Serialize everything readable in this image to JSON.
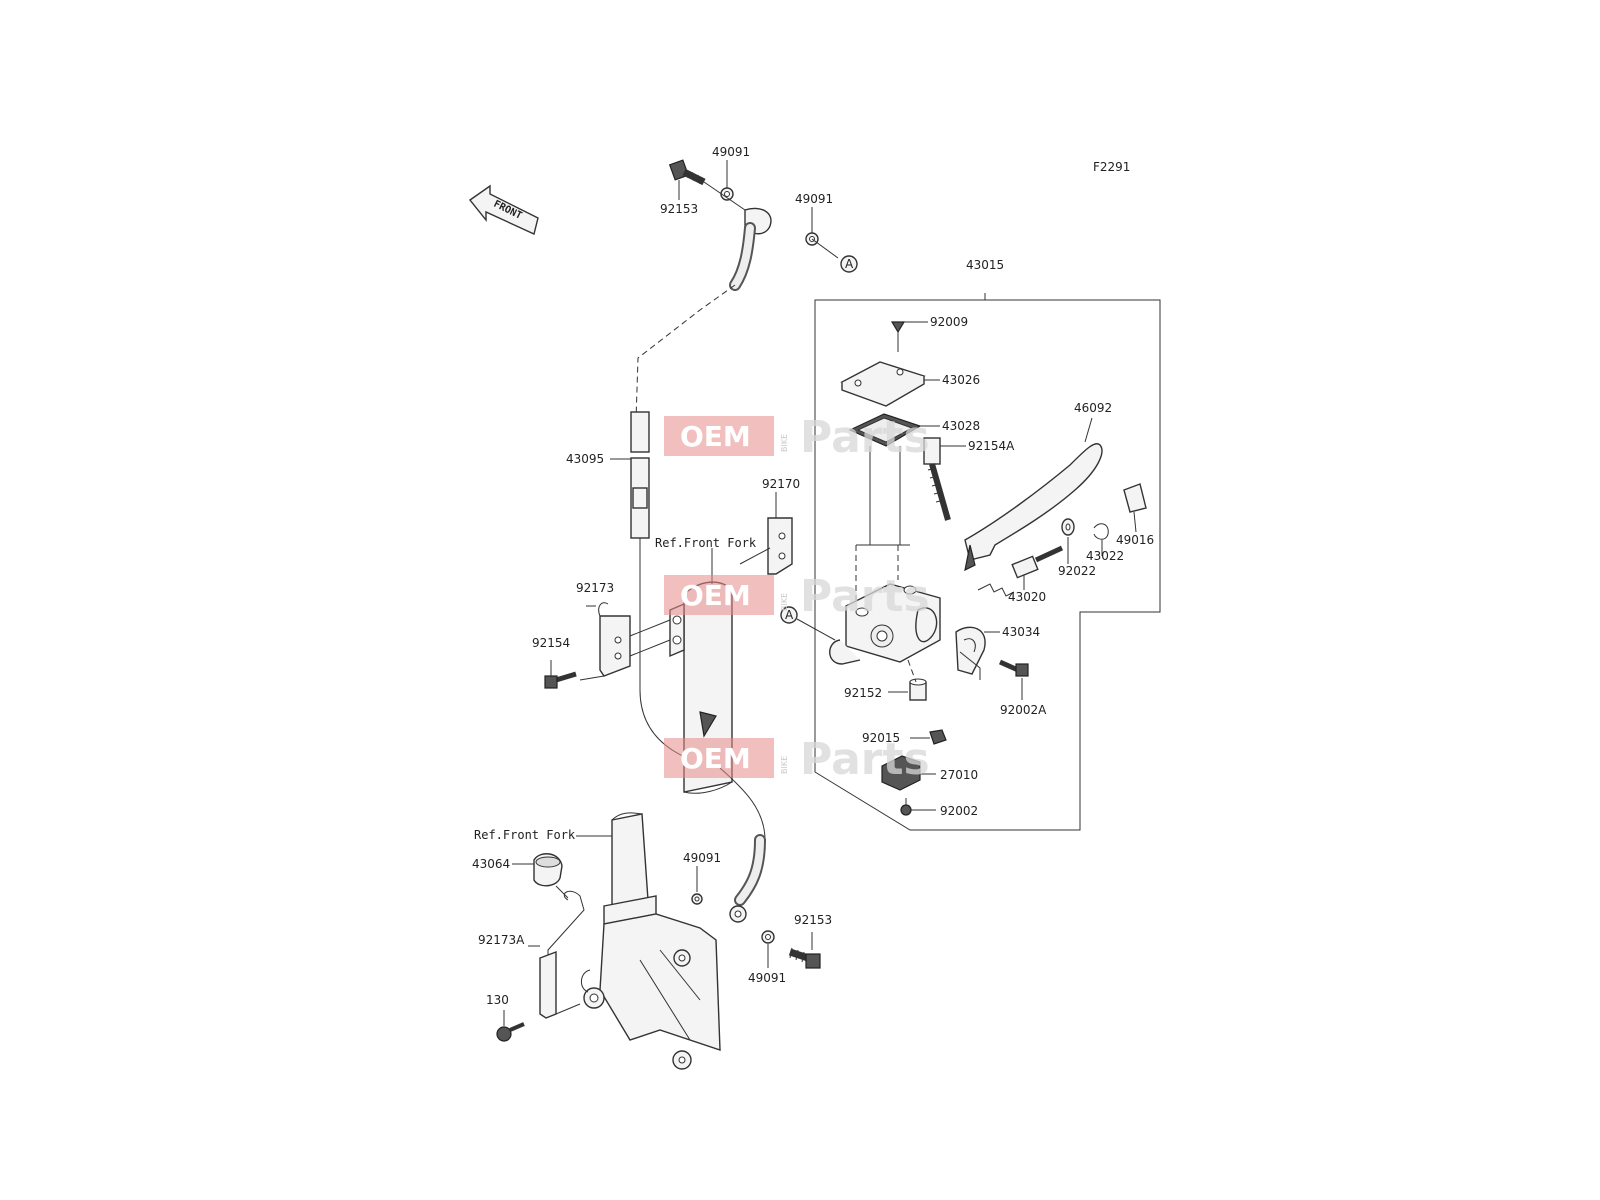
{
  "figure_code": "F2291",
  "direction_label": "FRONT",
  "ref_front_fork": "Ref.Front Fork",
  "connector_marker": "A",
  "watermark": {
    "oem": "OEM",
    "bike": "BIKE",
    "parts": "Parts"
  },
  "callouts": {
    "p49091_top1": "49091",
    "p49091_top2": "49091",
    "p92153_top": "92153",
    "p43015": "43015",
    "p92009": "92009",
    "p43026": "43026",
    "p43028": "43028",
    "p92154A": "92154A",
    "p46092": "46092",
    "p43095": "43095",
    "p92170": "92170",
    "p49016": "49016",
    "p43022": "43022",
    "p92022": "92022",
    "p43020": "43020",
    "p92173": "92173",
    "p92154": "92154",
    "p43034": "43034",
    "p92152": "92152",
    "p92002A": "92002A",
    "p92015": "92015",
    "p27010": "27010",
    "p92002": "92002",
    "p43064": "43064",
    "p49091_bot1": "49091",
    "p92153_bot": "92153",
    "p92173A": "92173A",
    "p49091_bot2": "49091",
    "p130": "130"
  }
}
